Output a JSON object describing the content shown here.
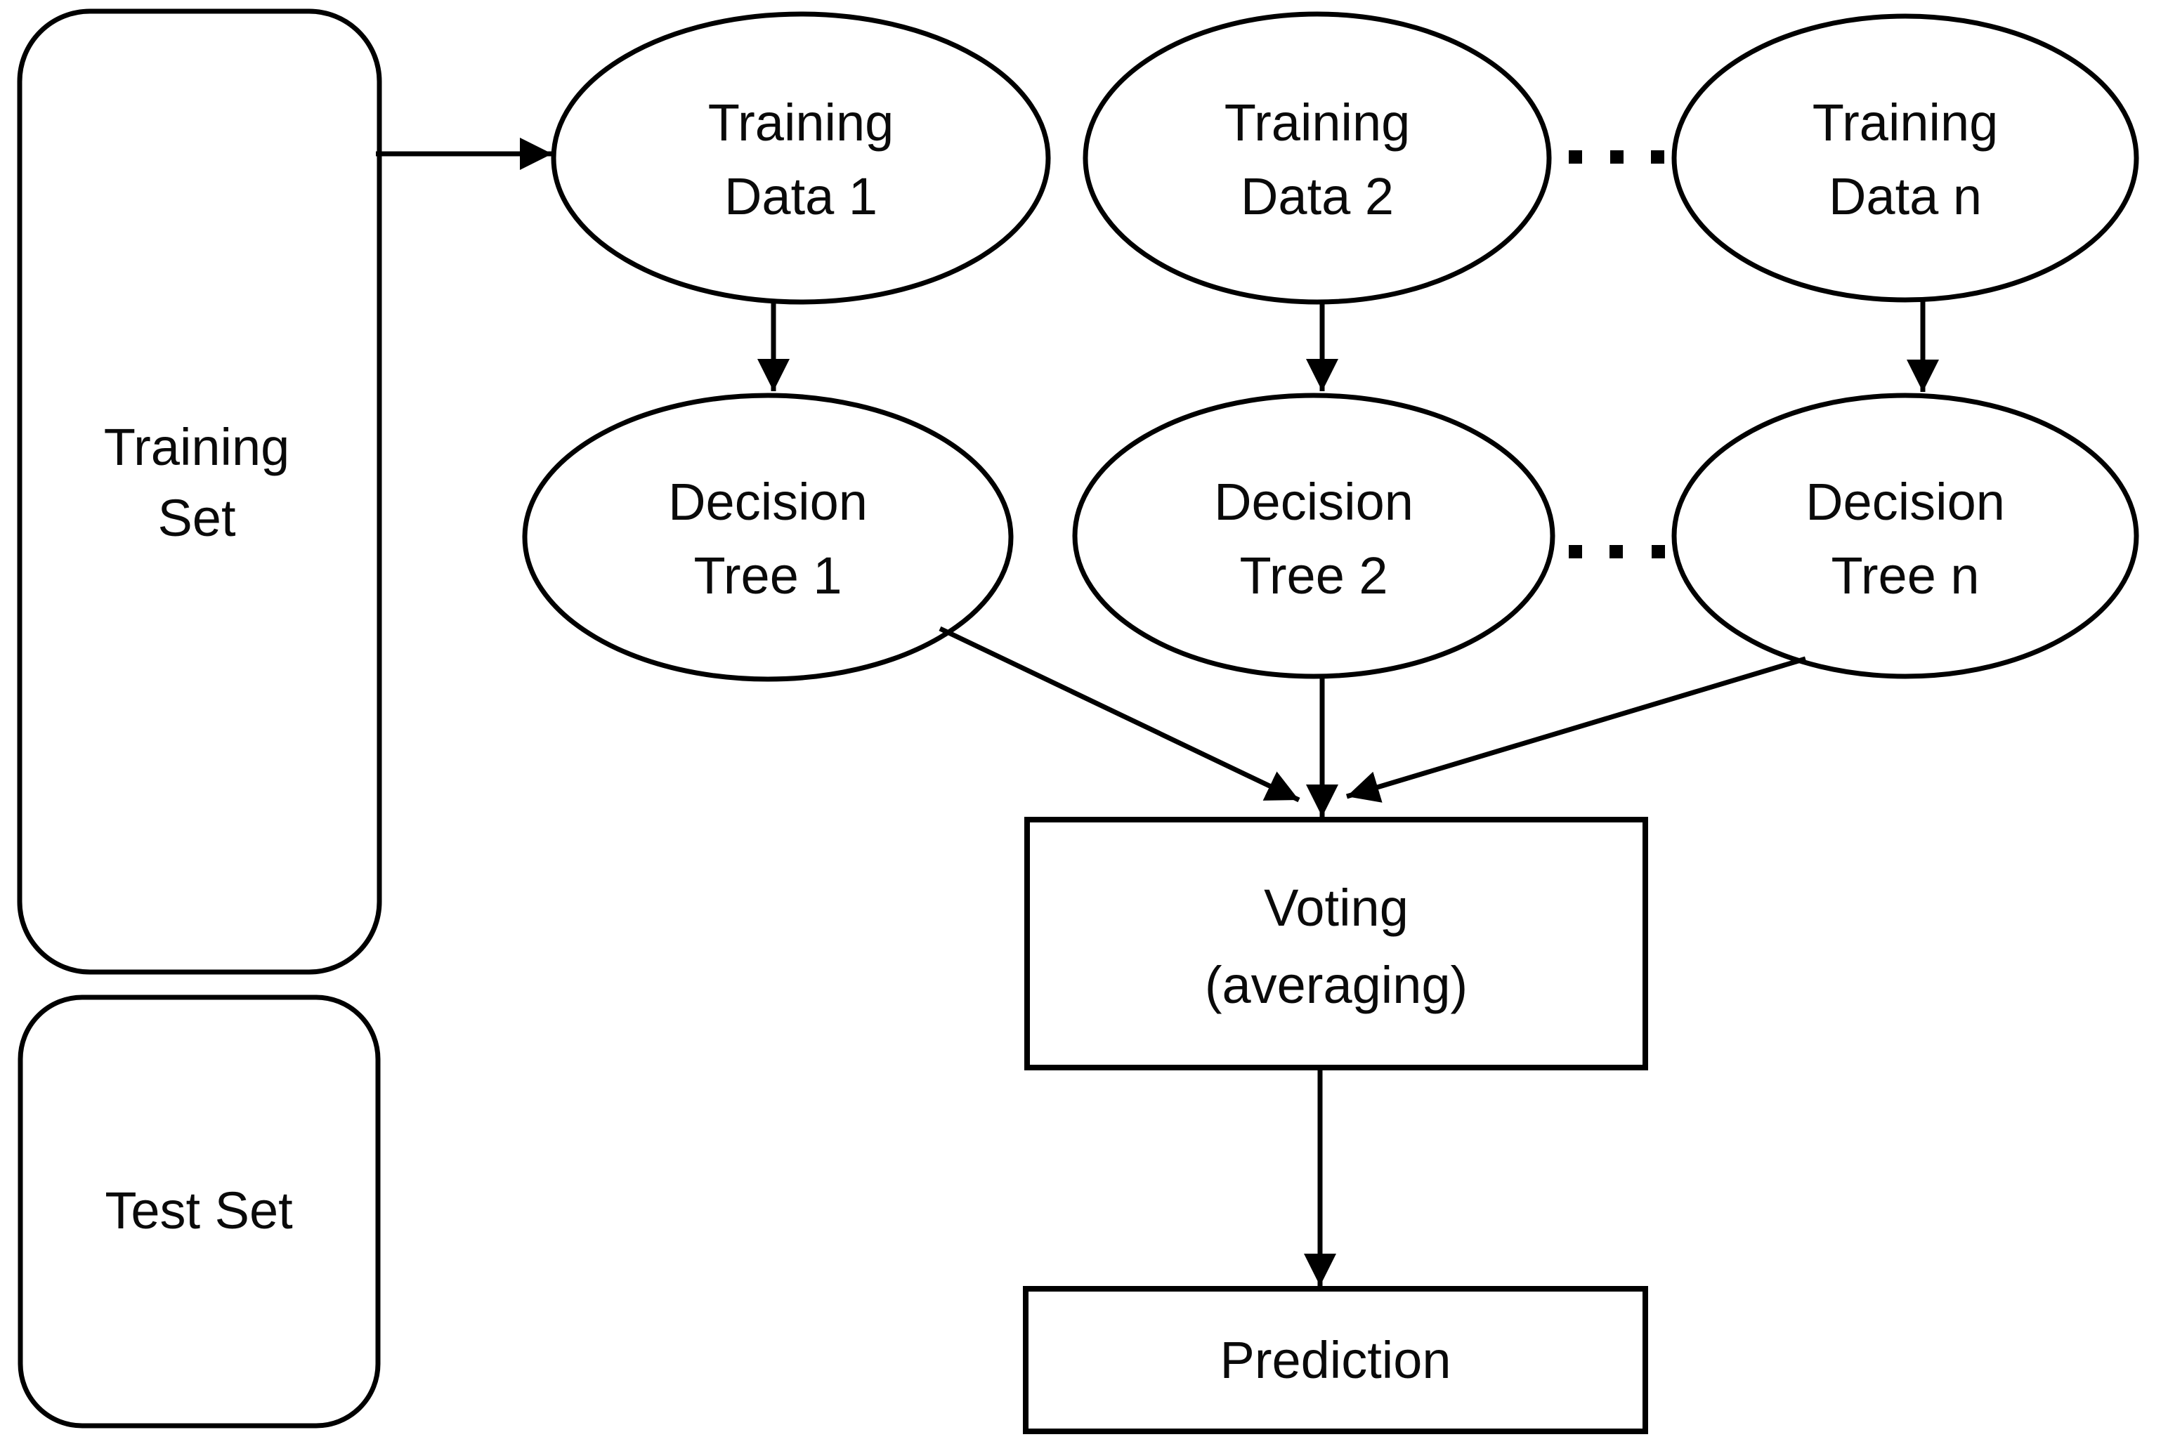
{
  "colors": {
    "ink": "#000000",
    "paper": "#ffffff"
  },
  "nodes": {
    "training_set": {
      "line1": "Training",
      "line2": "Set"
    },
    "test_set": {
      "label": "Test Set"
    },
    "training_data_1": {
      "line1": "Training",
      "line2": "Data 1"
    },
    "training_data_2": {
      "line1": "Training",
      "line2": "Data 2"
    },
    "training_data_n": {
      "line1": "Training",
      "line2": "Data n"
    },
    "decision_tree_1": {
      "line1": "Decision",
      "line2": "Tree 1"
    },
    "decision_tree_2": {
      "line1": "Decision",
      "line2": "Tree 2"
    },
    "decision_tree_n": {
      "line1": "Decision",
      "line2": "Tree n"
    },
    "voting": {
      "line1": "Voting",
      "line2": "(averaging)"
    },
    "prediction": {
      "label": "Prediction"
    }
  }
}
